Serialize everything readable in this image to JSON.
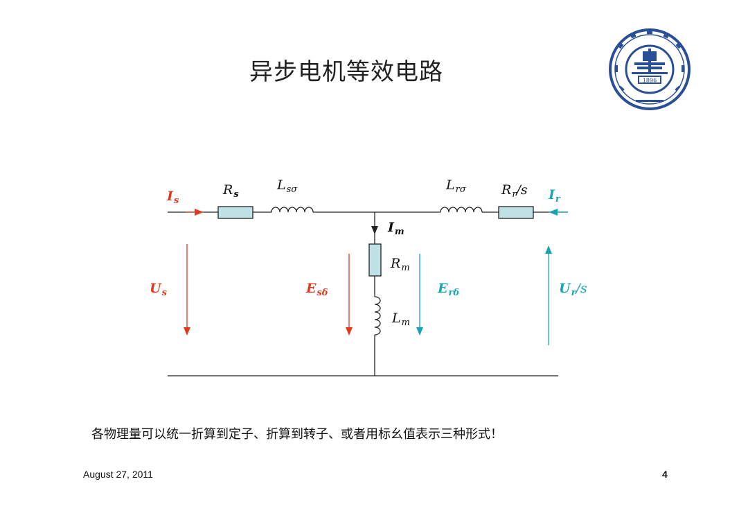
{
  "slide": {
    "title": "异步电机等效电路",
    "caption": "各物理量可以统一折算到定子、折算到转子、或者用标幺值表示三种形式！",
    "date": "August 27, 2011",
    "page_number": "4"
  },
  "logo": {
    "year": "1896"
  },
  "circuit": {
    "colors": {
      "wire": "#222222",
      "resistor_fill": "#bfe0e4",
      "stator": "#e03a1e",
      "rotor": "#19a4b4"
    },
    "labels": {
      "Is": {
        "main": "I",
        "sub": "s"
      },
      "Rs": {
        "main": "R",
        "sub": "s"
      },
      "Lso": {
        "main": "L",
        "sub": "sσ"
      },
      "Lro": {
        "main": "L",
        "sub": "rσ"
      },
      "Rr": {
        "main": "R",
        "sub": "r",
        "suffix": "/s"
      },
      "Ir": {
        "main": "I",
        "sub": "r"
      },
      "Im": {
        "main": "I",
        "sub": "m"
      },
      "Rm": {
        "main": "R",
        "sub": "m"
      },
      "Lm": {
        "main": "L",
        "sub": "m"
      },
      "Us": {
        "main": "U",
        "sub": "s"
      },
      "Esd": {
        "main": "E",
        "sub": "sδ"
      },
      "Erd": {
        "main": "E",
        "sub": "rδ"
      },
      "Ur": {
        "main": "U",
        "sub": "r",
        "suffix": "/s"
      }
    }
  }
}
